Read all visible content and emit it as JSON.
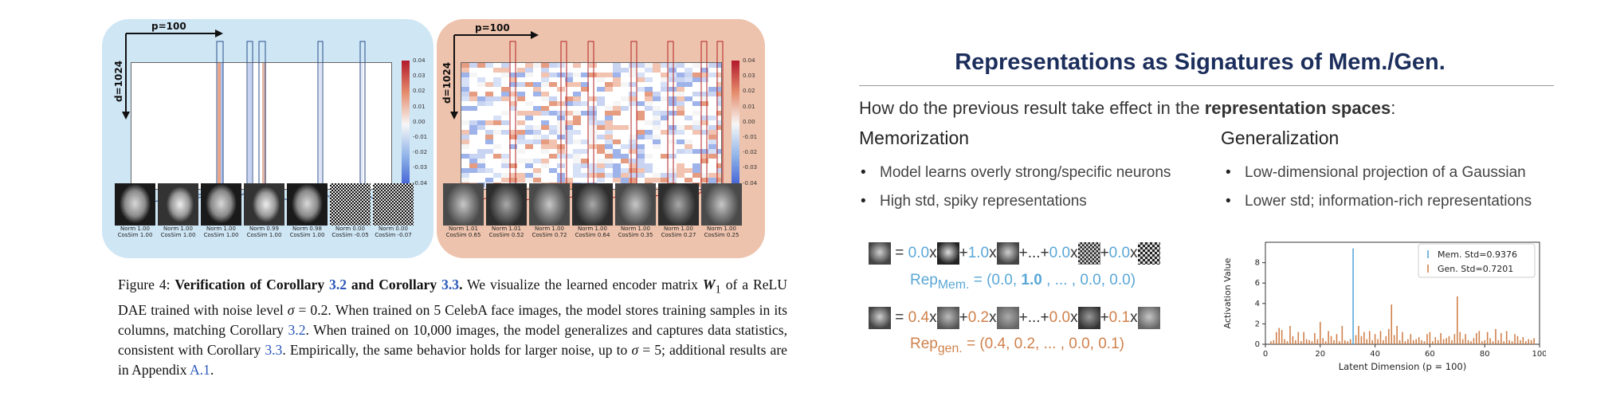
{
  "figure": {
    "memorization_panel": {
      "p_label": "p=100",
      "d_label": "d=1024",
      "colorbar_ticks": [
        "0.04",
        "0.03",
        "0.02",
        "0.01",
        "0.00",
        "-0.01",
        "-0.02",
        "-0.03",
        "-0.04"
      ],
      "thumbs": [
        {
          "norm": "Norm 1.00",
          "cos": "CosSim 1.00"
        },
        {
          "norm": "Norm 1.00",
          "cos": "CosSim 1.00"
        },
        {
          "norm": "Norm 1.00",
          "cos": "CosSim 1.00"
        },
        {
          "norm": "Norm 0.99",
          "cos": "CosSim 1.00"
        },
        {
          "norm": "Norm 0.98",
          "cos": "CosSim 1.00"
        },
        {
          "norm": "Norm 0.00",
          "cos": "CosSim -0.05"
        },
        {
          "norm": "Norm 0.00",
          "cos": "CosSim -0.07"
        }
      ]
    },
    "generalization_panel": {
      "p_label": "p=100",
      "d_label": "d=1024",
      "colorbar_ticks": [
        "0.04",
        "0.03",
        "0.02",
        "0.01",
        "0.00",
        "-0.01",
        "-0.02",
        "-0.03",
        "-0.04"
      ],
      "thumbs": [
        {
          "norm": "Norm 1.01",
          "cos": "CosSim 0.65"
        },
        {
          "norm": "Norm 1.01",
          "cos": "CosSim 0.52"
        },
        {
          "norm": "Norm 1.00",
          "cos": "CosSim 0.72"
        },
        {
          "norm": "Norm 1.00",
          "cos": "CosSim 0.64"
        },
        {
          "norm": "Norm 1.00",
          "cos": "CosSim 0.35"
        },
        {
          "norm": "Norm 1.00",
          "cos": "CosSim 0.27"
        },
        {
          "norm": "Norm 1.00",
          "cos": "CosSim 0.25"
        }
      ]
    },
    "caption": {
      "prefix": "Figure 4: ",
      "bold_a": "Verification of Corollary ",
      "ref_a": "3.2",
      "bold_b": " and Corollary ",
      "ref_b": "3.3",
      "bold_c": ".",
      "t1": " We visualize the learned encoder matrix ",
      "w": "W",
      "w_sub": "1",
      "t2": " of a ReLU DAE trained with noise level ",
      "sigma": "σ",
      "t3": " = 0.2. When trained on 5 CelebA face images, the model stores training samples in its columns, matching Corollary ",
      "ref_c": "3.2",
      "t4": ". When trained on 10,000 images, the model generalizes and captures data statistics, consistent with Corollary ",
      "ref_d": "3.3",
      "t5": ". Empirically, the same behavior holds for larger noise, up to ",
      "t6": " = 5; additional results are in Appendix ",
      "ref_e": "A.1",
      "t7": "."
    }
  },
  "slide": {
    "title": "Representations as Signatures of Mem./Gen.",
    "question_pre": "How do the previous result take effect in the ",
    "question_bold": "representation spaces",
    "question_post": ":",
    "memorization": {
      "heading": "Memorization",
      "bullets": [
        "Model learns overly strong/specific neurons",
        "High std, spiky representations"
      ],
      "eq_coeffs": [
        "0.0",
        "1.0",
        "0.0",
        "0.0"
      ],
      "rep_label": "Rep",
      "rep_sub": "Mem.",
      "rep_pre": " = (0.0, ",
      "rep_bold": "1.0",
      "rep_post": " , ... , 0.0, 0.0)"
    },
    "generalization": {
      "heading": "Generalization",
      "bullets": [
        "Low-dimensional projection of a Gaussian",
        "Lower std; information-rich representations"
      ],
      "eq_coeffs": [
        "0.4",
        "0.2",
        "0.0",
        "0.1"
      ],
      "rep_label": "Rep",
      "rep_sub": "gen.",
      "rep_text": " = (0.4, 0.2, ... , 0.0, 0.1)"
    },
    "eq_ops": {
      "equals": " = ",
      "times": "x",
      "plus": "+",
      "ellipsis": "+...+"
    },
    "colors": {
      "mem": "#5aa7d6",
      "gen": "#d0814b",
      "title": "#1c2e5c"
    }
  },
  "chart_data": {
    "type": "bar",
    "xlabel": "Latent Dimension (p = 100)",
    "ylabel": "Activation Value",
    "xlim": [
      0,
      100
    ],
    "ylim": [
      0,
      10
    ],
    "xticks": [
      0,
      20,
      40,
      60,
      80,
      100
    ],
    "yticks": [
      0,
      2,
      4,
      6,
      8
    ],
    "grid": false,
    "legend_position": "top-right",
    "series": [
      {
        "name": "Mem. Std=0.9376",
        "color": "#5aa7d6",
        "x": [
          32
        ],
        "values": [
          9.4
        ]
      },
      {
        "name": "Gen. Std=0.7201",
        "color": "#d0814b",
        "x": [
          2,
          3,
          4,
          5,
          6,
          7,
          8,
          9,
          10,
          11,
          12,
          13,
          14,
          15,
          16,
          17,
          18,
          19,
          20,
          21,
          22,
          23,
          24,
          25,
          26,
          27,
          28,
          29,
          30,
          31,
          33,
          34,
          35,
          36,
          37,
          38,
          39,
          40,
          41,
          42,
          43,
          44,
          45,
          46,
          47,
          48,
          49,
          50,
          51,
          52,
          53,
          54,
          55,
          56,
          57,
          58,
          59,
          60,
          61,
          62,
          63,
          64,
          65,
          66,
          67,
          68,
          69,
          70,
          71,
          72,
          73,
          74,
          75,
          76,
          77,
          78,
          79,
          80,
          81,
          82,
          83,
          84,
          85,
          86,
          87,
          88,
          89,
          90,
          91,
          92,
          93,
          94,
          95,
          96,
          97,
          98
        ],
        "values": [
          0.3,
          0.4,
          1.2,
          1.6,
          1.4,
          0.5,
          0.3,
          1.8,
          0.8,
          0.4,
          1.2,
          0.3,
          1.2,
          0.5,
          0.4,
          0.3,
          1.1,
          0.5,
          2.2,
          0.6,
          0.3,
          1.3,
          0.8,
          0.4,
          1.0,
          0.3,
          1.8,
          0.4,
          0.3,
          0.5,
          0.9,
          1.8,
          0.8,
          1.2,
          0.5,
          1.3,
          0.4,
          1.0,
          0.5,
          1.3,
          0.4,
          0.8,
          1.5,
          3.9,
          0.9,
          1.8,
          0.4,
          1.2,
          0.3,
          0.5,
          1.0,
          0.4,
          0.5,
          0.7,
          0.4,
          0.3,
          1.0,
          1.2,
          0.3,
          0.7,
          0.4,
          1.1,
          0.5,
          0.6,
          0.8,
          0.4,
          1.0,
          4.7,
          1.2,
          0.5,
          1.0,
          0.4,
          0.3,
          0.6,
          1.1,
          1.3,
          0.3,
          0.4,
          1.2,
          0.6,
          0.3,
          1.5,
          0.4,
          1.1,
          0.3,
          1.3,
          0.4,
          0.3,
          1.0,
          0.8,
          0.4,
          0.7,
          0.3,
          0.5,
          0.4,
          0.6
        ]
      }
    ]
  }
}
